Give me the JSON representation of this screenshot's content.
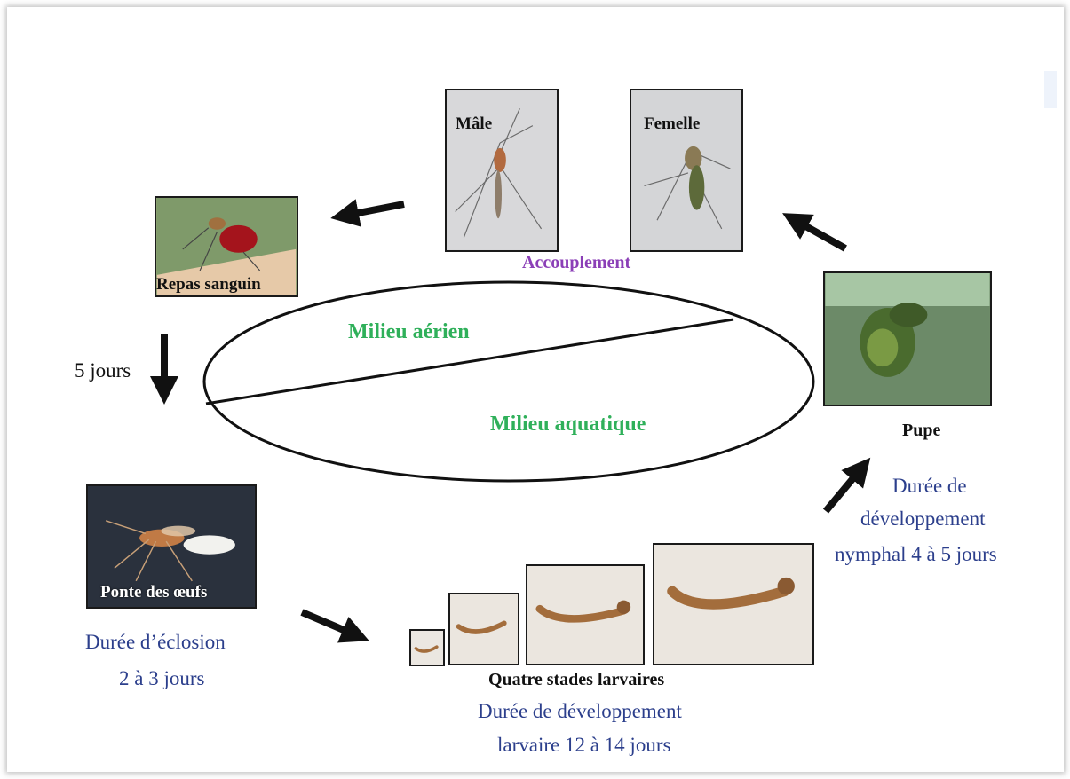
{
  "center": {
    "air_label": "Milieu aérien",
    "water_label": "Milieu aquatique"
  },
  "stages": {
    "male": {
      "caption": "Mâle"
    },
    "female": {
      "caption": "Femelle"
    },
    "mating": {
      "label": "Accouplement"
    },
    "blood_meal": {
      "caption": "Repas sanguin"
    },
    "blood_to_eggs": {
      "duration": "5 jours"
    },
    "egg_laying": {
      "caption": "Ponte des œufs",
      "duration_line1": "Durée d’éclosion",
      "duration_line2": "2 à 3 jours"
    },
    "larvae": {
      "caption": "Quatre stades larvaires",
      "duration_line1": "Durée de développement",
      "duration_line2": "larvaire 12 à 14 jours"
    },
    "pupa": {
      "caption": "Pupe",
      "duration_line1": "Durée de",
      "duration_line2": "développement",
      "duration_line3": "nymphal 4 à 5 jours"
    }
  },
  "colors": {
    "air_medium": "#2fb05a",
    "water_medium": "#2fb05a",
    "mating": "#8b3fb7",
    "duration_text": "#2c3f8c",
    "arrows": "#111111"
  }
}
